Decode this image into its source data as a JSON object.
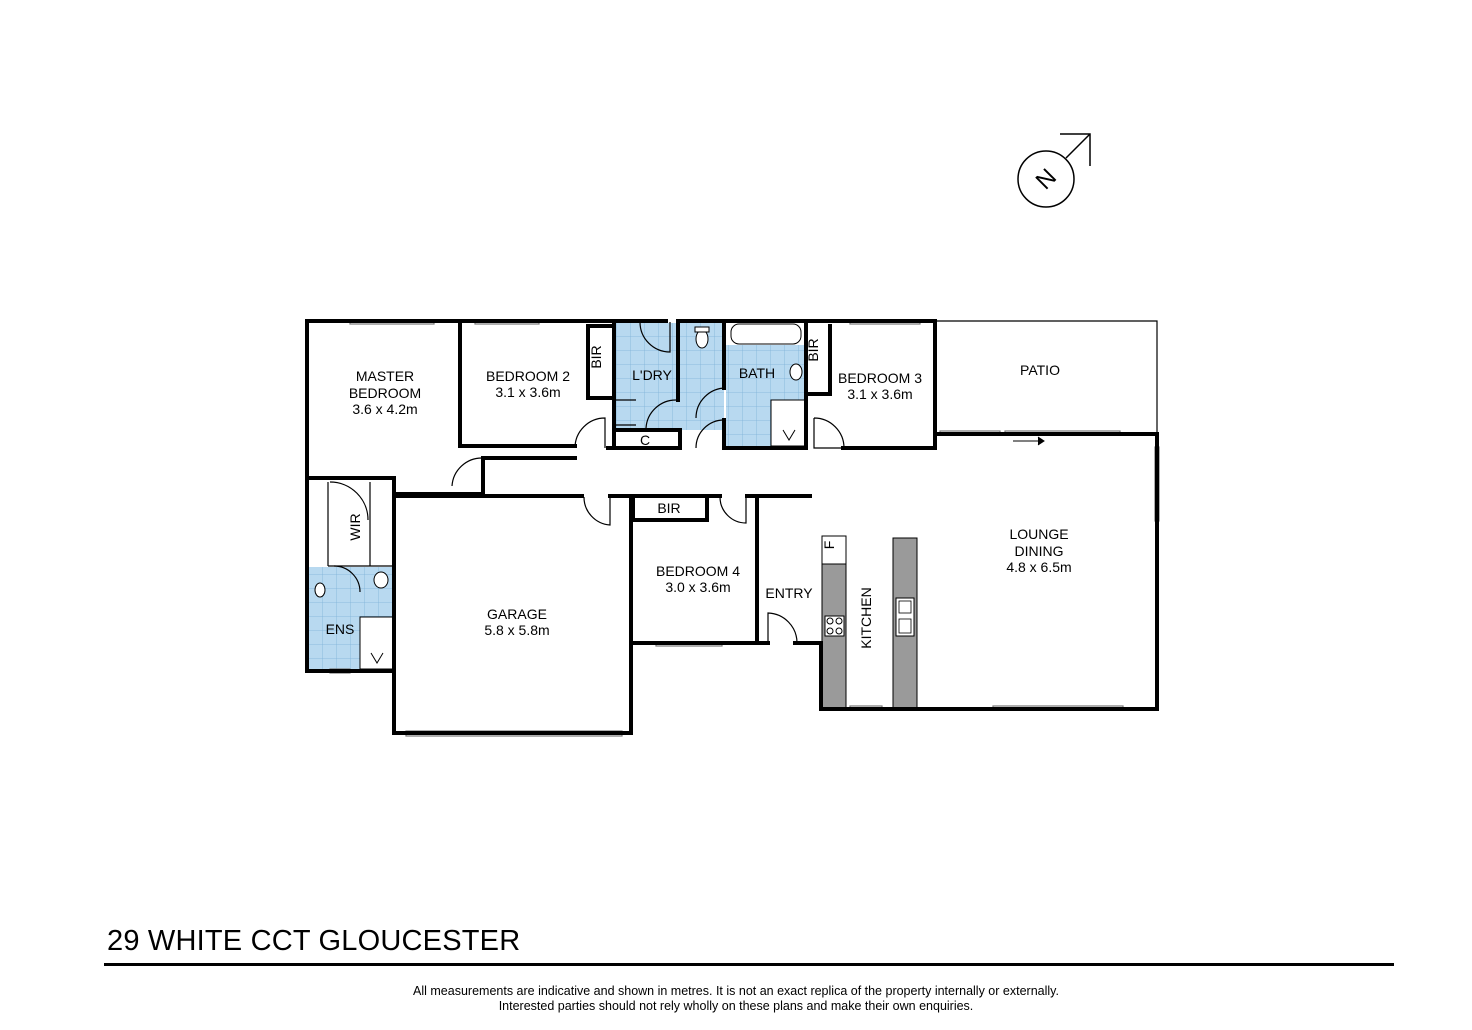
{
  "address": "29 WHITE CCT GLOUCESTER",
  "disclaimer": {
    "line1": "All measurements are indicative and shown in metres. It is not an exact replica of the property internally or externally.",
    "line2": "Interested parties should not rely wholly on these plans and make their own enquiries."
  },
  "compass": {
    "label": "N"
  },
  "rooms": {
    "master": {
      "name1": "MASTER",
      "name2": "BEDROOM",
      "size": "3.6 x 4.2m"
    },
    "bed2": {
      "name": "BEDROOM 2",
      "size": "3.1 x 3.6m"
    },
    "bed3": {
      "name": "BEDROOM 3",
      "size": "3.1 x 3.6m"
    },
    "bed4": {
      "name": "BEDROOM 4",
      "size": "3.0 x 3.6m"
    },
    "garage": {
      "name": "GARAGE",
      "size": "5.8 x 5.8m"
    },
    "lounge": {
      "name1": "LOUNGE",
      "name2": "DINING",
      "size": "4.8 x 6.5m"
    },
    "laundry": {
      "name": "L'DRY"
    },
    "bath": {
      "name": "BATH"
    },
    "ensuite": {
      "name": "ENS"
    },
    "wir": {
      "name": "WIR"
    },
    "bir1": {
      "name": "BIR"
    },
    "bir3": {
      "name": "BIR"
    },
    "bir4": {
      "name": "BIR"
    },
    "cupboard": {
      "name": "C"
    },
    "patio": {
      "name": "PATIO"
    },
    "entry": {
      "name": "ENTRY"
    },
    "kitchen": {
      "name": "KITCHEN"
    },
    "fridge": {
      "name": "F"
    }
  },
  "colors": {
    "wet_area_tile": "#b8d9f0",
    "bench": "#9a9a9a"
  }
}
